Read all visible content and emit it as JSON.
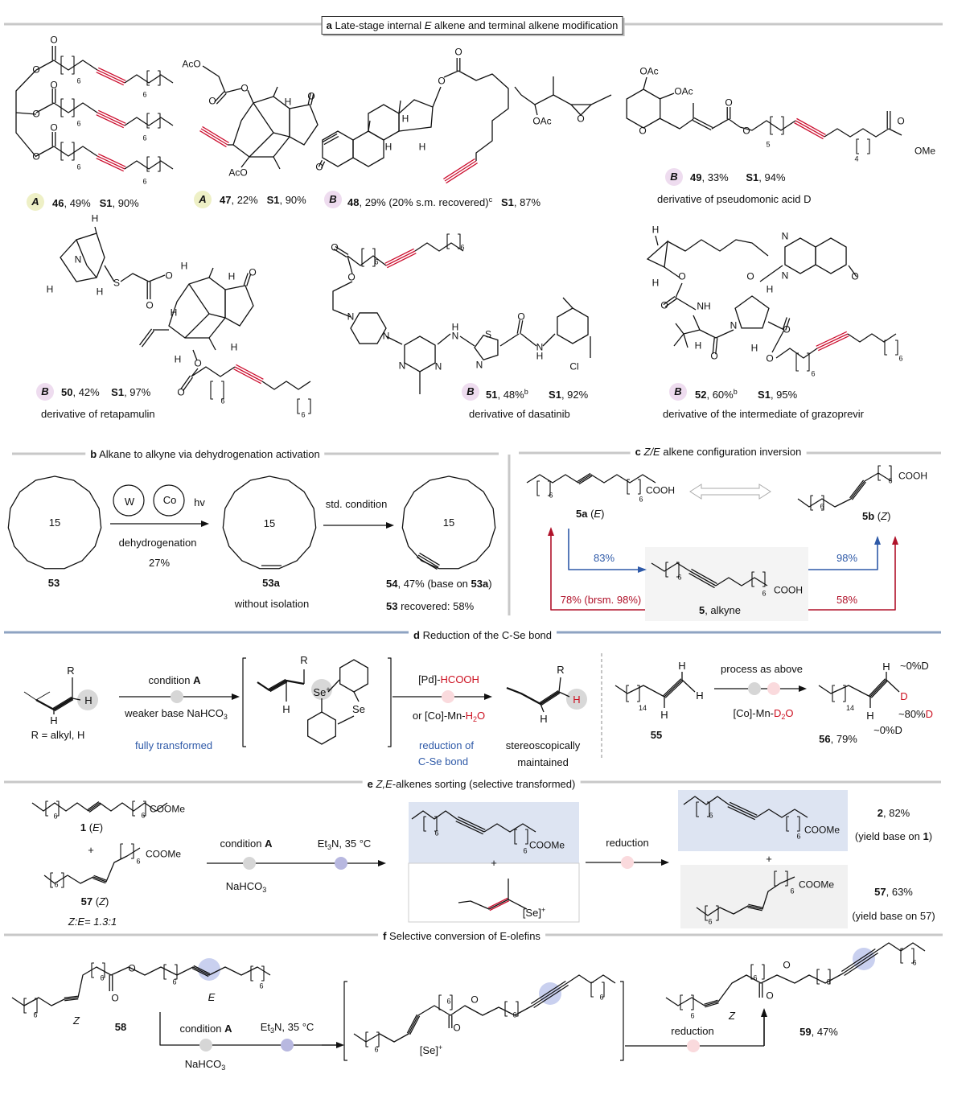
{
  "section_a": {
    "letter": "a",
    "title_pre": "Late-stage internal ",
    "title_italic": "E",
    "title_post": " alkene and terminal alkene modification",
    "compounds": [
      {
        "badge": "A",
        "id": "46",
        "yield": ", 49%",
        "s1": "S1",
        "s1_yield": ", 90%"
      },
      {
        "badge": "A",
        "id": "47",
        "yield": ", 22%",
        "s1": "S1",
        "s1_yield": ", 90%"
      },
      {
        "badge": "B",
        "id": "48",
        "yield": ", 29% (20% s.m. recovered)",
        "sup": "c",
        "s1": "S1",
        "s1_yield": ", 87%"
      },
      {
        "badge": "B",
        "id": "49",
        "yield": ", 33%",
        "s1": "S1",
        "s1_yield": ", 94%",
        "caption": "derivative of pseudomonic acid D"
      },
      {
        "badge": "B",
        "id": "50",
        "yield": ", 42%",
        "s1": "S1",
        "s1_yield": ", 97%",
        "caption": "derivative of retapamulin"
      },
      {
        "badge": "B",
        "id": "51",
        "yield": ", 48%",
        "sup": "b",
        "s1": "S1",
        "s1_yield": ", 92%",
        "caption": "derivative of dasatinib"
      },
      {
        "badge": "B",
        "id": "52",
        "yield": ", 60%",
        "sup": "b",
        "s1": "S1",
        "s1_yield": ", 95%",
        "caption": "derivative of the intermediate of grazoprevir"
      }
    ],
    "atoms": {
      "s46": [
        "O",
        "O",
        "O",
        "O",
        "O",
        "O",
        "6",
        "6",
        "6",
        "6",
        "6",
        "6"
      ],
      "s47": [
        "AcO",
        "O",
        "O",
        "H",
        "O",
        "AcO"
      ],
      "s48": [
        "O",
        "O",
        "H",
        "H",
        "H",
        "O"
      ],
      "s49": [
        "OAc",
        "O",
        "OAc",
        "OAc",
        "O",
        "O",
        "O",
        "5",
        "4",
        "O",
        "OMe"
      ],
      "s50": [
        "H",
        "N",
        "H",
        "H",
        "S",
        "O",
        "O",
        "H",
        "H",
        "O",
        "H",
        "H",
        "H",
        "O",
        "O",
        "6",
        "6"
      ],
      "s51": [
        "O",
        "O",
        "6",
        "6",
        "N",
        "N",
        "H",
        "N",
        "S",
        "N",
        "N",
        "N",
        "O",
        "H",
        "N",
        "Cl"
      ],
      "s52": [
        "H",
        "H",
        "O",
        "O",
        "NH",
        "O",
        "H",
        "N",
        "H",
        "O",
        "H",
        "O",
        "O",
        "N",
        "N",
        "O",
        "6",
        "6"
      ]
    }
  },
  "section_b": {
    "letter": "b",
    "title": "Alkane to alkyne via dehydrogenation activation",
    "ring_size": "15",
    "compound_53": "53",
    "catalyst_1": "W",
    "catalyst_2": "Co",
    "light": "hv",
    "step1_label": "dehydrogenation",
    "step1_yield": "27%",
    "compound_53a": "53a",
    "compound_53a_note": "without isolation",
    "step2_label": "std. condition",
    "compound_54": "54",
    "compound_54_yield_pre": ", 47% (base on ",
    "compound_54_yield_ref": "53a",
    "compound_54_yield_post": ")",
    "recovered_id": "53",
    "recovered_text": " recovered: 58%"
  },
  "section_c": {
    "letter": "c",
    "title_italic": "Z/E",
    "title_post": " alkene configuration inversion",
    "compound_5a": "5a",
    "compound_5a_config": "E",
    "compound_5b": "5b",
    "compound_5b_config": "Z",
    "compound_5": "5",
    "compound_5_label": ", alkyne",
    "yield_5_to_5a_from_5a": "83%",
    "yield_5_to_5b": "98%",
    "yield_to_5a": "78% (brsm. 98%)",
    "yield_from_5b": "58%",
    "atoms": [
      "6",
      "6",
      "COOH",
      "6",
      "6",
      "COOH",
      "6",
      "6",
      "COOH"
    ],
    "colors": {
      "blue": "#2f5aa8",
      "red": "#b0122a"
    }
  },
  "section_d": {
    "letter": "d",
    "title": "Reduction of the C-Se bond",
    "substrate_R": "R",
    "substrate_H_highlight": "H",
    "substrate_H": "H",
    "r_definition": "R = alkyl, H",
    "condition_label_pre": "condition ",
    "condition_label_bold": "A",
    "base_label_pre": "weaker base NaHCO",
    "base_label_sub": "3",
    "fully_transformed": "fully transformed",
    "intermediate_R": "R",
    "intermediate_Se_plus": "Se",
    "intermediate_plus": "+",
    "intermediate_Se": "Se",
    "intermediate_H": "H",
    "reduction_pd_pre": "[Pd]-",
    "reduction_pd_red": "HCOOH",
    "reduction_co_pre": "or [Co]-Mn-",
    "reduction_co_red_1": "H",
    "reduction_co_red_sub": "2",
    "reduction_co_red_2": "O",
    "reduction_note_1": "reduction of",
    "reduction_note_2": "C-Se bond",
    "product_R": "R",
    "product_H_red": "H",
    "product_H": "H",
    "stereo_1": "stereoscopically",
    "stereo_2": "maintained",
    "compound_55": "55",
    "c55_H1": "H",
    "c55_H2": "H",
    "c55_H3": "H",
    "c55_sub": "14",
    "process_label": "process as above",
    "process_reagent_pre": "[Co]-Mn-",
    "process_reagent_red_1": "D",
    "process_reagent_sub": "2",
    "process_reagent_red_2": "O",
    "c56_H1": "H",
    "c56_D1": "~0%D",
    "c56_D": "D",
    "c56_D2_pre": "~80%",
    "c56_D2_red": "D",
    "c56_H3": "H",
    "c56_D3": "~0%D",
    "c56_sub": "14",
    "compound_56": "56",
    "compound_56_yield": ", 79%"
  },
  "section_e": {
    "letter": "e",
    "title_italic": "Z,E",
    "title_post": "-alkenes sorting (selective transformed)",
    "compound_1": "1",
    "compound_1_config": "E",
    "plus": "+",
    "compound_57": "57",
    "compound_57_config": "Z",
    "ratio": "Z:E= 1.3:1",
    "condition_pre": "condition ",
    "condition_bold": "A",
    "base_pre": "NaHCO",
    "base_sub": "3",
    "additive_pre": "Et",
    "additive_sub": "3",
    "additive_post": "N, 35 °C",
    "se_label": "[Se]",
    "se_plus": "+",
    "reduction": "reduction",
    "product_2": "2",
    "product_2_yield": ", 82%",
    "product_2_note_pre": "(yield base on ",
    "product_2_note_ref": "1",
    "product_2_note_post": ")",
    "product_57": "57",
    "product_57_yield": ", 63%",
    "product_57_note": "(yield base on 57)",
    "atoms": [
      "6",
      "6",
      "COOMe",
      "6",
      "6",
      "COOMe",
      "6",
      "6",
      "COOMe",
      "6",
      "6",
      "COOMe",
      "6",
      "6",
      "COOMe"
    ]
  },
  "section_f": {
    "letter": "f",
    "title": "Selective conversion of E-olefins",
    "compound_58": "58",
    "label_E": "E",
    "label_Z": "Z",
    "condition_pre": "condition ",
    "condition_bold": "A",
    "base_pre": "NaHCO",
    "base_sub": "3",
    "additive_pre": "Et",
    "additive_sub": "3",
    "additive_post": "N, 35 °C",
    "se_label": "[Se]",
    "se_plus": "+",
    "reduction": "reduction",
    "product_59_label_Z": "Z",
    "compound_59": "59",
    "compound_59_yield": ", 47%",
    "atoms": [
      "6",
      "6",
      "6",
      "6",
      "O",
      "O",
      "6",
      "6",
      "6",
      "6",
      "O",
      "O",
      "6",
      "6",
      "6",
      "6",
      "O",
      "O"
    ]
  },
  "colors": {
    "alkyne_red": "#cc1030",
    "dot_gray": "#d6d6d6",
    "dot_pink": "#fadadd",
    "dot_purple": "#b8b8e0",
    "highlight_blue": "#c9d0ef",
    "box_blue": "#dde4f2",
    "box_gray": "#f1f1f1"
  }
}
